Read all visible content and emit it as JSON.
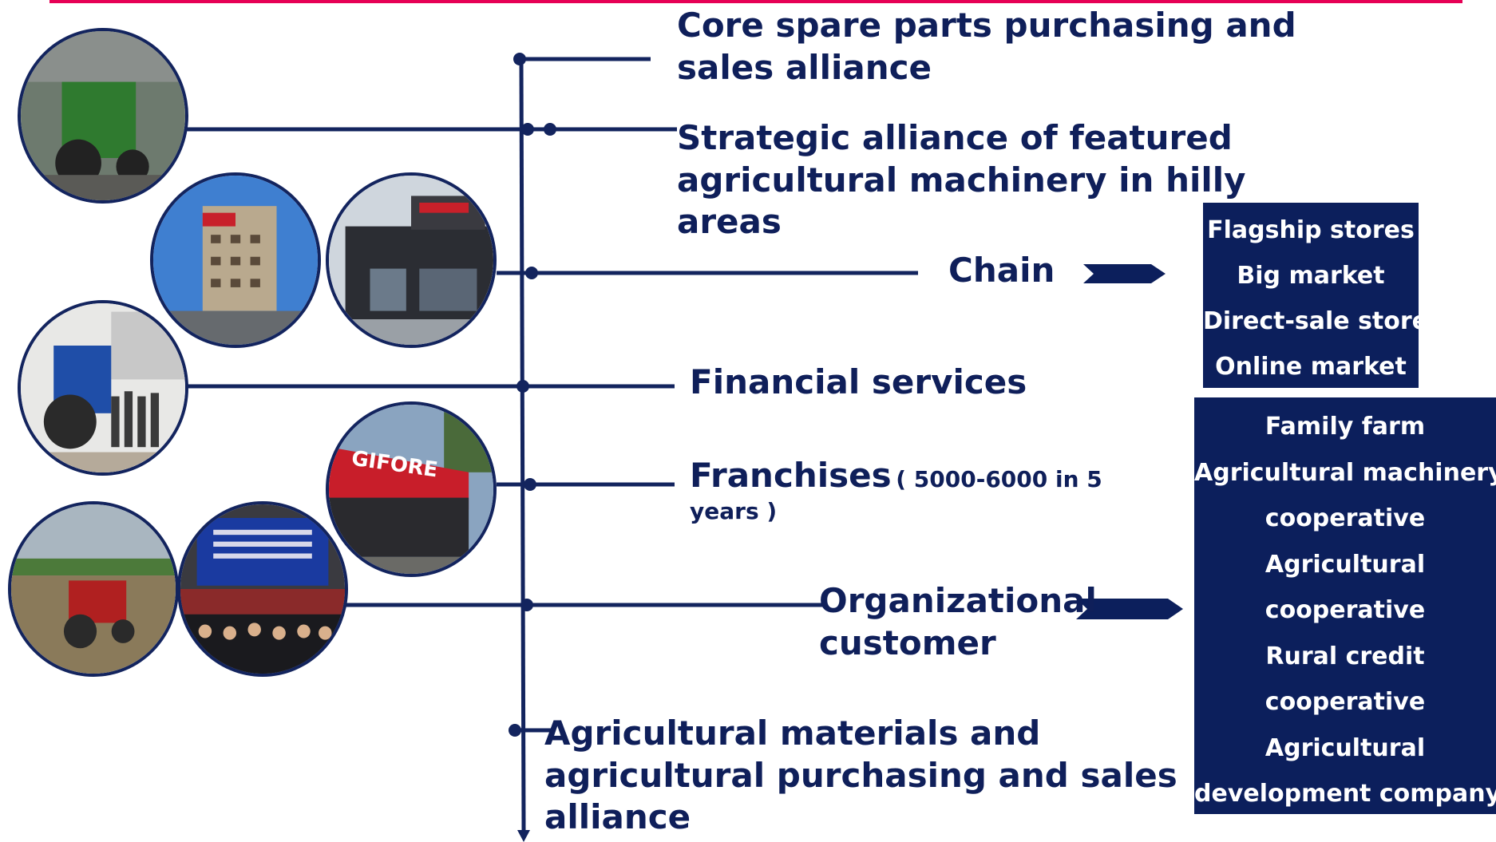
{
  "branches": {
    "core_spare_parts": "Core spare parts purchasing and sales alliance",
    "strategic_alliance": "Strategic alliance of featured agricultural machinery in hilly areas",
    "chain": "Chain",
    "financial": "Financial services",
    "franchises": "Franchises",
    "franchises_note": "( 5000-6000 in 5 years )",
    "organizational": "Organizational customer",
    "agri_materials": "Agricultural materials and agricultural purchasing and sales alliance"
  },
  "chain_box": [
    "Flagship stores",
    "Big market",
    "Direct-sale store",
    "Online market"
  ],
  "org_box": [
    "Family farm",
    "Agricultural machinery",
    "cooperative",
    "Agricultural",
    "cooperative",
    "Rural credit",
    "cooperative",
    "Agricultural",
    "development company"
  ],
  "photos": [
    {
      "icon": "tractor-factory-photo",
      "sign": ""
    },
    {
      "icon": "office-building-photo",
      "sign": ""
    },
    {
      "icon": "storefront-photo",
      "sign": ""
    },
    {
      "icon": "tractor-group-photo",
      "sign": ""
    },
    {
      "icon": "franchise-store-photo",
      "sign": "GIFORE"
    },
    {
      "icon": "tractor-field-photo",
      "sign": ""
    },
    {
      "icon": "conference-photo",
      "sign": ""
    }
  ],
  "colors": {
    "navy": "#0c1f5c",
    "text": "#0f1f5a",
    "accent": "#e60055"
  }
}
